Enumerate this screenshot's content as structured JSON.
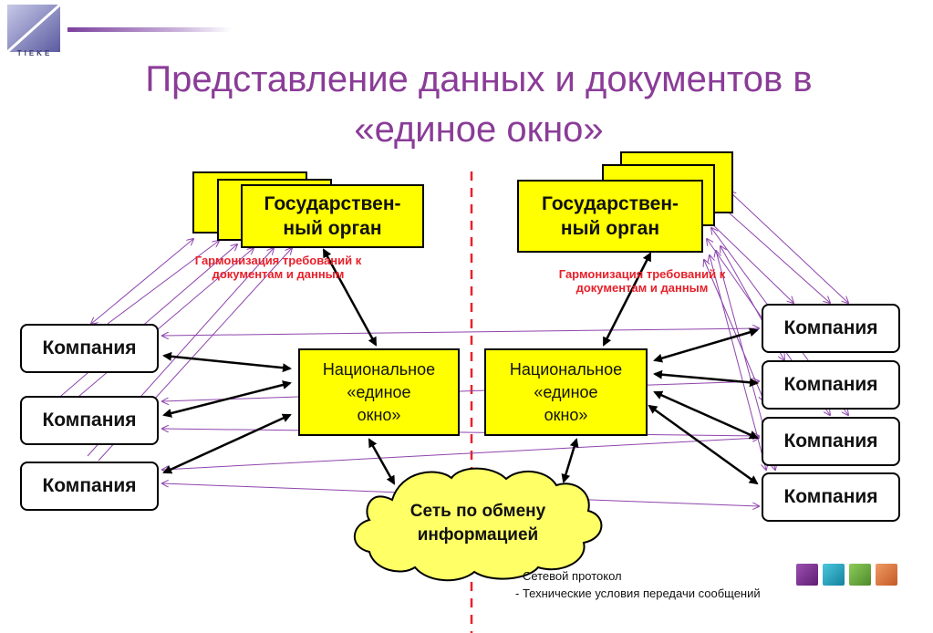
{
  "logo": {
    "text": "TIEKE"
  },
  "title": {
    "line1": "Представление данных и документов в",
    "line2": "«единое окно»"
  },
  "left": {
    "gov_body": {
      "line1": "Государствен-",
      "line2": "ный орган"
    },
    "harmonization": {
      "line1": "Гармонизация требований к",
      "line2": "документам и данным"
    },
    "national_window": {
      "line1": "Национальное",
      "line2": "«единое",
      "line3": "окно»"
    },
    "companies": [
      "Компания",
      "Компания",
      "Компания"
    ]
  },
  "right": {
    "gov_body": {
      "line1": "Государствен-",
      "line2": "ный орган"
    },
    "harmonization": {
      "line1": "Гармонизация требований к",
      "line2": "документам и данным"
    },
    "national_window": {
      "line1": "Национальное",
      "line2": "«единое",
      "line3": "окно»"
    },
    "companies": [
      "Компания",
      "Компания",
      "Компания",
      "Компания"
    ]
  },
  "network": {
    "line1": "Сеть по обмену",
    "line2": "информацией"
  },
  "notes": [
    "- Сетевой протокол",
    "- Технические условия передачи сообщений"
  ],
  "colors": {
    "title": "#8a3c97",
    "box_fill": "#ffff00",
    "harmonization_text": "#e8202a",
    "purple_arrows": "#8e44ad",
    "divider": "#e8202a",
    "squares": [
      "#7b2d8e",
      "#1aa6c4",
      "#6aaa3a",
      "#e0703a"
    ]
  }
}
